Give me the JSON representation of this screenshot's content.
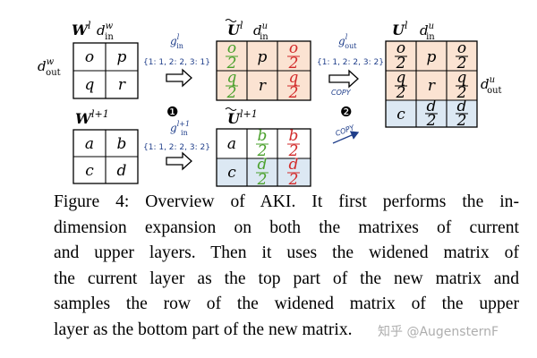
{
  "figure": {
    "matrices": {
      "W_l": {
        "label": "W",
        "sup": "l",
        "col_label": "d",
        "col_sub": "in",
        "col_sup": "w",
        "row_label": "d",
        "row_sub": "out",
        "row_sup": "w",
        "cells": [
          [
            "o",
            "p"
          ],
          [
            "q",
            "r"
          ]
        ]
      },
      "W_l1": {
        "label": "W",
        "sup": "l+1",
        "cells": [
          [
            "a",
            "b"
          ],
          [
            "c",
            "d"
          ]
        ]
      },
      "U_l": {
        "label": "U",
        "sup": "l",
        "col_label": "d",
        "col_sub": "in",
        "col_sup": "u",
        "cells": [
          [
            {
              "num": "o",
              "den": "2"
            },
            "p",
            {
              "num": "o",
              "den": "2"
            }
          ],
          [
            {
              "num": "q",
              "den": "2"
            },
            "r",
            {
              "num": "q",
              "den": "2"
            }
          ]
        ]
      },
      "U_l1": {
        "label": "U",
        "sup": "l+1",
        "cells": [
          [
            "a",
            {
              "num": "b",
              "den": "2"
            },
            {
              "num": "b",
              "den": "2"
            }
          ],
          [
            "c",
            {
              "num": "d",
              "den": "2"
            },
            {
              "num": "d",
              "den": "2"
            }
          ]
        ]
      },
      "U_final": {
        "label": "U",
        "sup": "l",
        "col_label": "d",
        "col_sub": "in",
        "col_sup": "u",
        "row_label": "d",
        "row_sub": "out",
        "row_sup": "u",
        "cells": [
          [
            {
              "num": "o",
              "den": "2"
            },
            "p",
            {
              "num": "o",
              "den": "2"
            }
          ],
          [
            {
              "num": "q",
              "den": "2"
            },
            "r",
            {
              "num": "q",
              "den": "2"
            }
          ],
          [
            "c",
            {
              "num": "d",
              "den": "2"
            },
            {
              "num": "d",
              "den": "2"
            }
          ]
        ]
      }
    },
    "arrows": {
      "g1": {
        "g": "g",
        "sub": "in",
        "sup": "l",
        "mapping": "{1: 1, 2: 2, 3: 1}"
      },
      "g2": {
        "g": "g",
        "sub": "in",
        "sup": "l+1",
        "mapping": "{1: 1, 2: 2, 3: 2}"
      },
      "g3": {
        "g": "g",
        "sub": "out",
        "sup": "l",
        "mapping": "{1: 1, 2: 2, 3: 2}",
        "copy": "COPY"
      },
      "copy2": "COPY"
    },
    "steps": [
      "❶",
      "❷"
    ],
    "colors": {
      "orange_fill": "#fbe3d2",
      "blue_fill": "#dce8f3",
      "green": "#4aa02c",
      "red": "#d22a2a",
      "dark_blue": "#1f3e8a"
    }
  },
  "caption": {
    "lines": [
      "Figure 4:  Overview of AKI. It first performs the in-",
      "dimension expansion on both the matrixes of current",
      "and upper layers.  Then it uses the widened matrix of",
      "the current layer as the top part of the new matrix and",
      "samples the row of the widened matrix of the upper",
      "layer as the bottom part of the new matrix."
    ]
  },
  "watermark": "知乎 @AugensternF"
}
